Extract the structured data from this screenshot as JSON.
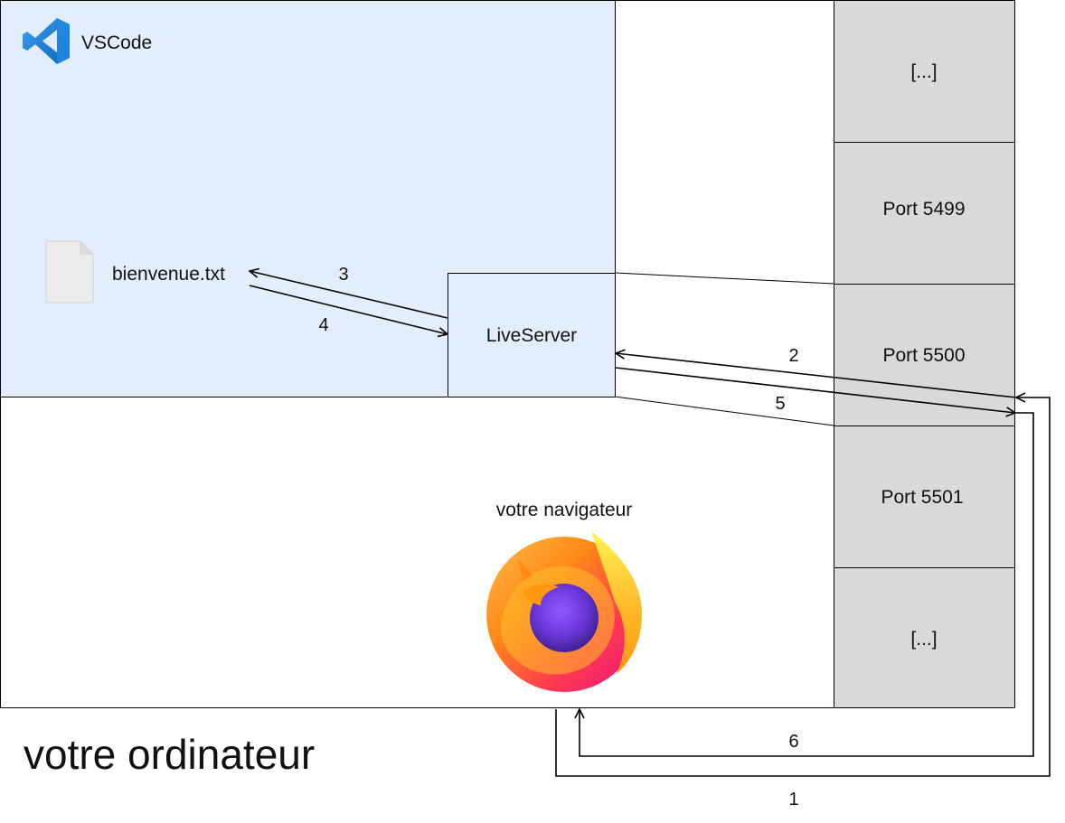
{
  "vscode": {
    "app_name": "VSCode",
    "icon": "vscode-logo-icon",
    "background": "#e3eefd"
  },
  "file": {
    "name": "bienvenue.txt",
    "icon": "text-file-icon"
  },
  "server": {
    "name": "LiveServer",
    "background": "#e3eefd"
  },
  "browser": {
    "label": "votre navigateur",
    "icon": "firefox-logo-icon"
  },
  "computer": {
    "label": "votre ordinateur"
  },
  "ports": {
    "background": "#d9d9d9",
    "items": [
      {
        "label": "[...]"
      },
      {
        "label": "Port 5499"
      },
      {
        "label": "Port 5500"
      },
      {
        "label": "Port 5501"
      },
      {
        "label": "[...]"
      }
    ]
  },
  "steps": {
    "s1": "1",
    "s2": "2",
    "s3": "3",
    "s4": "4",
    "s5": "5",
    "s6": "6"
  }
}
